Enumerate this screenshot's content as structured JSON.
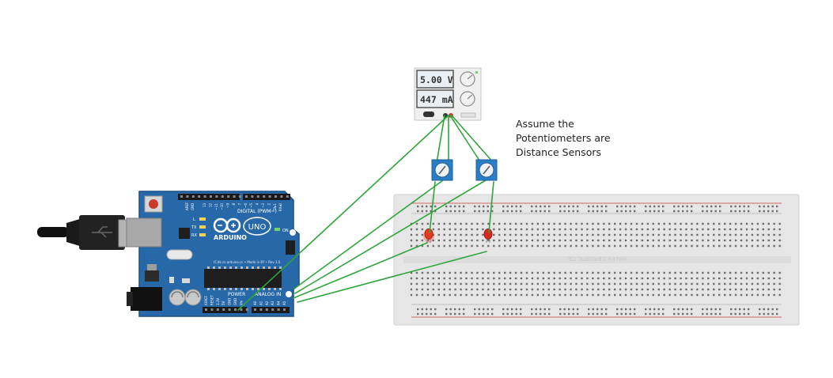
{
  "power_supply": {
    "voltage": "5.00 V",
    "current": "447 mA"
  },
  "arduino": {
    "digital_label": "DIGITAL (PWM~)",
    "brand": "ARDUINO",
    "model": "UNO",
    "tx_label": "TX",
    "rx_label": "RX",
    "l_label": "L",
    "on_label": "ON",
    "power_label": "POWER",
    "analog_label": "ANALOG IN",
    "aref_label": "AREF",
    "gnd_label": "GND",
    "tagline": "(C)tk.cs.arduino.cc • Made in BY • Rev 3.0",
    "digital_pins": [
      "13",
      "12",
      "~11",
      "~10",
      "~9",
      "8",
      "7",
      "~6",
      "~5",
      "4",
      "~3",
      "2",
      "TX▸1",
      "RX◂0"
    ],
    "power_pins": [
      "IOREF",
      "RESET",
      "3.3V",
      "5V",
      "GND",
      "GND",
      "Vin"
    ],
    "analog_pins": [
      "A0",
      "A1",
      "A2",
      "A3",
      "A4",
      "A5"
    ]
  },
  "breadboard": {
    "mirror_text": "HALF+ CBRDSPIC CE"
  },
  "note": {
    "line1": "Assume the",
    "line2": "Potentiometers are",
    "line3": "Distance Sensors"
  },
  "colors": {
    "wire": "#2ea53a",
    "board": "#2769a8",
    "board_dark": "#1b4f82",
    "breadboard": "#e6e6e6",
    "rail_red": "#d23a3a",
    "led_red": "#d62a1e",
    "pot_blue": "#2a7ec6"
  }
}
